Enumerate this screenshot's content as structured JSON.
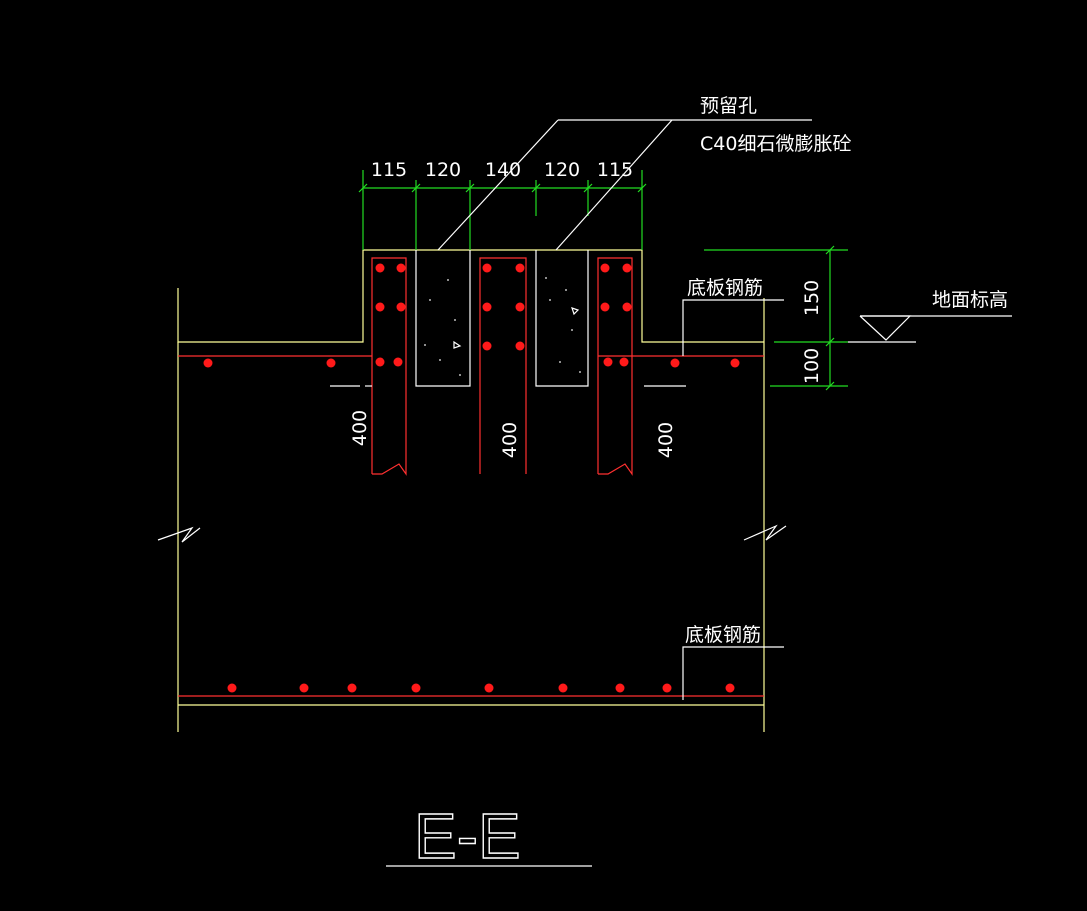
{
  "labels": {
    "reserved_hole": "预留孔",
    "grout": "C40细石微膨胀砼",
    "slab_rebar_top": "底板钢筋",
    "slab_rebar_bottom": "底板钢筋",
    "ground_level": "地面标高",
    "section_title": "E-E"
  },
  "dimensions": {
    "top": [
      "115",
      "120",
      "140",
      "120",
      "115"
    ],
    "right": [
      "150",
      "100"
    ],
    "embed": [
      "400",
      "400",
      "400"
    ]
  },
  "colors": {
    "outline": "#ffff99",
    "dimension": "#22dd22",
    "rebar": "#ff1a1a",
    "annotation": "#ffffff",
    "background": "#000000"
  }
}
